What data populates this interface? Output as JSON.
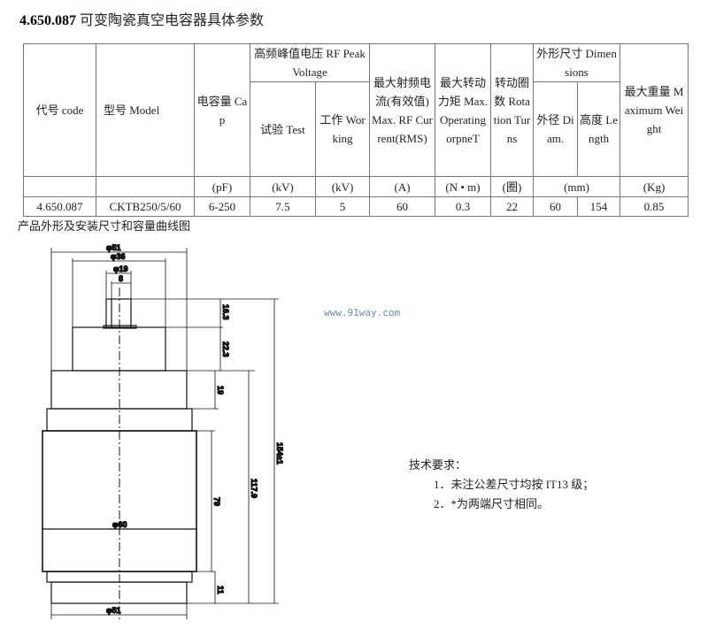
{
  "title": {
    "code": "4.650.087",
    "text": "可变陶瓷真空电容器具体参数"
  },
  "table": {
    "headers": {
      "code": "代号 code",
      "model": "型号 Model",
      "cap": "电容量 Cap",
      "rf_voltage": "高频峰值电压 RF Peak Voltage",
      "test": "试验 Test",
      "working": "工作 Working",
      "current": "最大射频电流(有效值)Max. RF Current(RMS)",
      "torque": "最大转动力矩 Max. Operating orpneT",
      "turns": "转动圈数 Rotation Turns",
      "dimensions": "外形尺寸 Dimensions",
      "diam": "外径 Diam.",
      "length": "高度 Length",
      "weight": "最大重量 Maximum Weight"
    },
    "units": {
      "cap": "(pF)",
      "test": "(kV)",
      "working": "(kV)",
      "current": "(A)",
      "torque": "(N • m)",
      "turns": "(圈)",
      "dims": "(mm)",
      "weight": "(Kg)"
    },
    "row": {
      "code": "4.650.087",
      "model": "CKTB250/5/60",
      "cap": "6-250",
      "test": "7.5",
      "working": "5",
      "current": "60",
      "torque": "0.3",
      "turns": "22",
      "diam": "60",
      "length": "154",
      "weight": "0.85"
    }
  },
  "caption": "产品外形及安装尺寸和容量曲线图",
  "watermark": "www.91way.com",
  "drawing": {
    "d_top": "φ51",
    "d36": "φ36",
    "d19": "φ19",
    "d8": "8",
    "d60": "φ60",
    "d_bottom": "φ51",
    "h16": "16.3",
    "h22": "22.3",
    "h19": "19",
    "h79": "79",
    "h11": "11",
    "h117": "117.9",
    "h154": "154±1"
  },
  "notes": {
    "heading": "技术要求：",
    "items": [
      "1．未注公差尺寸均按 IT13 级；",
      "2．*为两端尺寸相同。"
    ]
  }
}
